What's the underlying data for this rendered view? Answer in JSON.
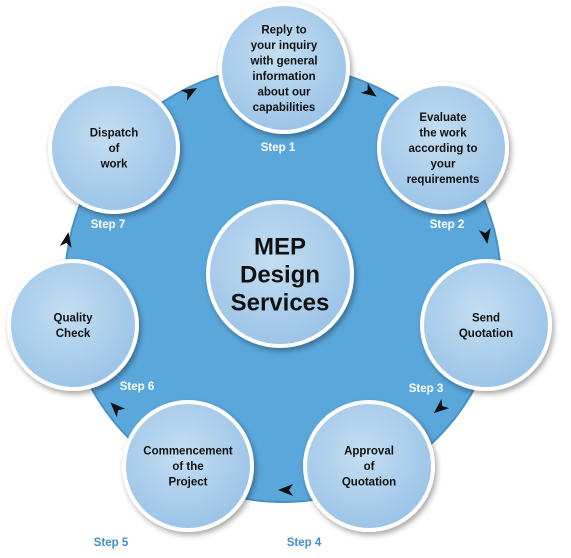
{
  "center": {
    "lines": [
      "MEP",
      "Design",
      "Services"
    ]
  },
  "nodes": [
    {
      "id": "reply",
      "lines": [
        "Reply to",
        "your inquiry",
        "with general",
        "information",
        "about our",
        "capabilities"
      ]
    },
    {
      "id": "evaluate",
      "lines": [
        "Evaluate",
        "the work",
        "according to",
        "your",
        "requirements"
      ]
    },
    {
      "id": "send-quotation",
      "lines": [
        "Send",
        "Quotation"
      ]
    },
    {
      "id": "approval",
      "lines": [
        "Approval",
        "of",
        "Quotation"
      ]
    },
    {
      "id": "commencement",
      "lines": [
        "Commencement",
        "of the",
        "Project"
      ]
    },
    {
      "id": "quality-check",
      "lines": [
        "Quality",
        "Check"
      ]
    },
    {
      "id": "dispatch",
      "lines": [
        "Dispatch",
        "of",
        "work"
      ]
    }
  ],
  "steps": [
    "Step 1",
    "Step 2",
    "Step 3",
    "Step 4",
    "Step 5",
    "Step 6",
    "Step 7"
  ],
  "colors": {
    "big_circle": "#5aa7dc",
    "big_circle_edge": "#4a90c4",
    "node_fill": "#a8cdeb",
    "node_stroke": "#ffffff",
    "step_on_blue": "#ffffff",
    "step_on_white": "#3d8fcf",
    "arrow": "#111111"
  }
}
